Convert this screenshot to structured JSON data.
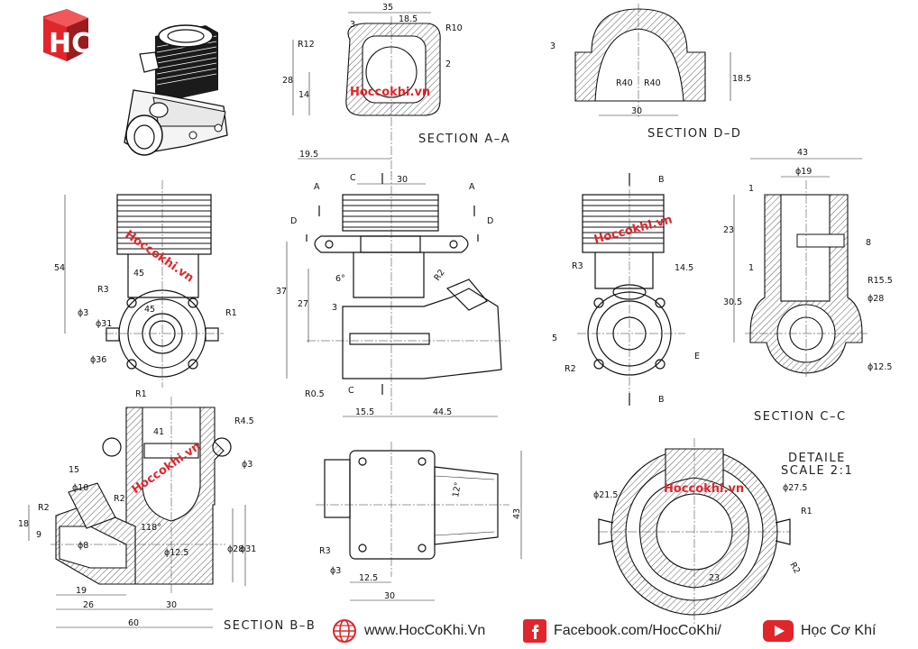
{
  "brand": {
    "logo_text": "HC",
    "color_red": "#e0262b",
    "color_dark": "#9b1b1e"
  },
  "watermark": "Hoccokhi.vn",
  "sections": {
    "aa": "SECTION A–A",
    "dd": "SECTION D–D",
    "cc": "SECTION C–C",
    "bb": "SECTION B–B",
    "detail_1": "DETAILE",
    "detail_2": "SCALE 2:1"
  },
  "cut_labels": {
    "a": "A",
    "b": "B",
    "c": "C",
    "d": "D",
    "e": "E"
  },
  "dims": {
    "aa_35": "35",
    "aa_185": "18.5",
    "aa_r12": "R12",
    "aa_r10": "R10",
    "aa_3": "3",
    "aa_28": "28",
    "aa_14": "14",
    "aa_2": "2",
    "dd_3": "3",
    "dd_r40a": "R40",
    "dd_r40b": "R40",
    "dd_30": "30",
    "dd_185": "18.5",
    "c_195": "19.5",
    "c_30": "30",
    "c_37": "37",
    "c_27": "27",
    "c_6": "6°",
    "c_3": "3",
    "c_r2": "R2",
    "c_r05": "R0.5",
    "c_155": "15.5",
    "c_445": "44.5",
    "l_54": "54",
    "l_45": "45",
    "l_r3": "R3",
    "l_d3": "ϕ3",
    "l_d31": "ϕ31",
    "l_45b": "45",
    "l_r1": "R1",
    "l_d36": "ϕ36",
    "l_r1b": "R1",
    "r_r3": "R3",
    "r_145": "14.5",
    "r_5": "5",
    "r_r2": "R2",
    "cc_43": "43",
    "cc_d19": "ϕ19",
    "cc_1a": "1",
    "cc_23": "23",
    "cc_8": "8",
    "cc_1b": "1",
    "cc_305": "30.5",
    "cc_r155": "R15.5",
    "cc_d28": "ϕ28",
    "cc_d125": "ϕ12.5",
    "bb_41": "41",
    "bb_r45": "R4.5",
    "bb_d3": "ϕ3",
    "bb_15": "15",
    "bb_d10": "ϕ10",
    "bb_r2a": "R2",
    "bb_r2b": "R2",
    "bb_18": "18",
    "bb_9": "9",
    "bb_d8": "ϕ8",
    "bb_118": "118°",
    "bb_d125": "ϕ12.5",
    "bb_d28": "ϕ28",
    "bb_d31": "ϕ31",
    "bb_19": "19",
    "bb_26": "26",
    "bb_30": "30",
    "bb_60": "60",
    "bt_12": "12°",
    "bt_43": "43",
    "bt_r3": "R3",
    "bt_d3": "ϕ3",
    "bt_125": "12.5",
    "bt_30": "30",
    "dt_d215": "ϕ21.5",
    "dt_d275": "ϕ27.5",
    "dt_r1": "R1",
    "dt_r2": "R2",
    "dt_23": "23"
  },
  "footer": {
    "website": "www.HocCoKhi.Vn",
    "facebook": "Facebook.com/HocCoKhi/",
    "youtube": "Học Cơ Khí"
  }
}
